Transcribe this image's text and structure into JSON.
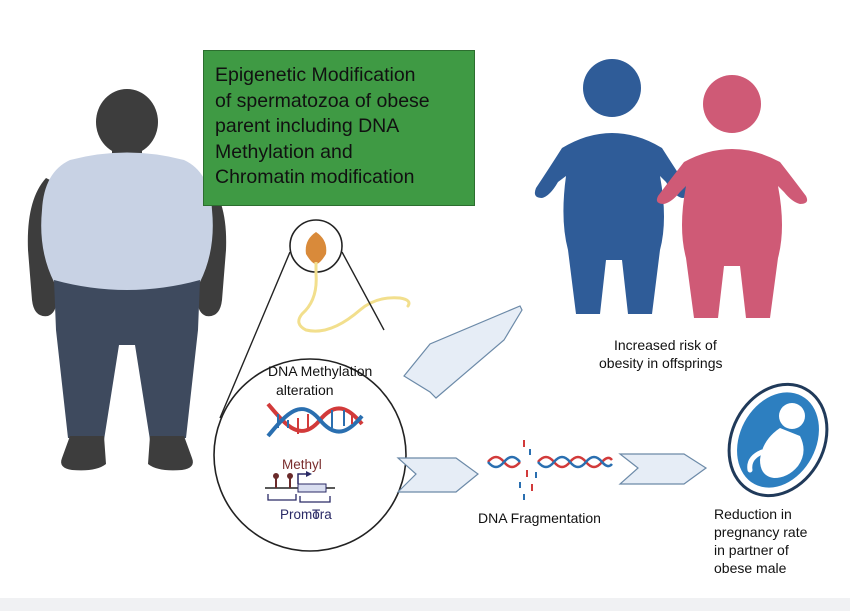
{
  "epigenetic_box": {
    "lines": [
      "Epigenetic Modification",
      "of spermatozoa of obese",
      "parent including DNA",
      "Methylation and",
      "Chromatin modification"
    ]
  },
  "circle": {
    "title_line1": "DNA Methylation",
    "title_line2": "alteration",
    "methyl_label": "Methyl",
    "promoter_label": "Promo",
    "transcript_label": "Tra"
  },
  "labels": {
    "offspring_line1": "Increased risk of",
    "offspring_line2": "obesity in offsprings",
    "fragmentation": "DNA Fragmentation",
    "pregnancy_lines": [
      "Reduction in",
      "pregnancy rate",
      "in partner of",
      "obese male"
    ]
  },
  "colors": {
    "green_box": "#3f9a44",
    "man_skin": "#3d3d3d",
    "man_shirt": "#c8d2e4",
    "man_pants": "#3e4a5e",
    "child_blue": "#2f5c98",
    "child_pink": "#cf5a76",
    "dna_red": "#d23a3a",
    "dna_blue": "#2a6fb0",
    "arrow_fill": "#e6edf6",
    "fetus_blue": "#2d7fc0",
    "sperm_yellow": "#f2df8d",
    "sperm_head": "#d98a3a"
  },
  "icons": [
    "obese-man-icon",
    "spermatozoon-icon",
    "children-icon",
    "dna-helix-icon",
    "fetus-icon",
    "chevron-arrow-icon"
  ]
}
